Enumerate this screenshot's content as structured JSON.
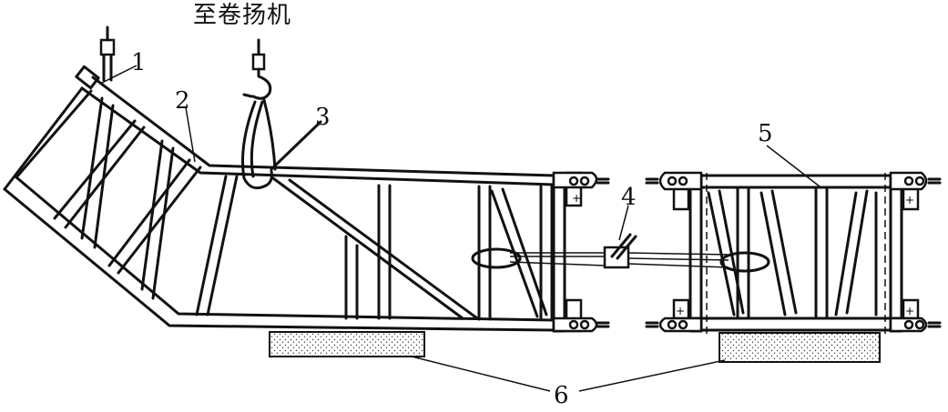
{
  "diagram": {
    "hoist_label": "至卷扬机",
    "labels": {
      "l1": "1",
      "l2": "2",
      "l3": "3",
      "l4": "4",
      "l5": "5",
      "l6": "6"
    }
  }
}
